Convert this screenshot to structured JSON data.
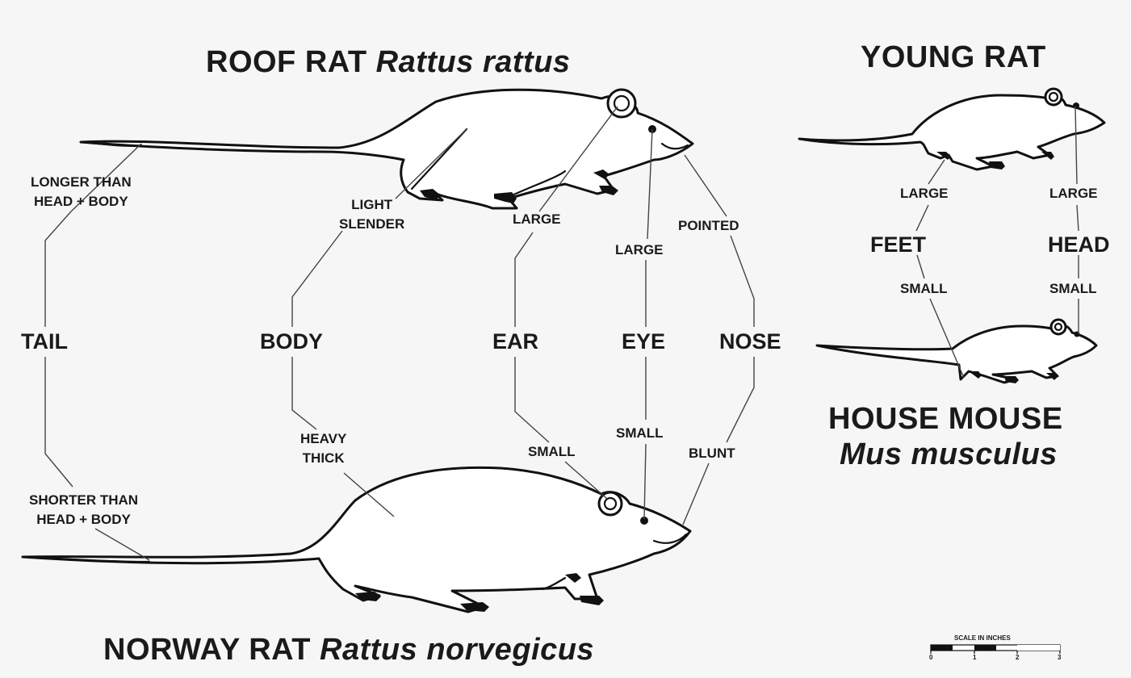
{
  "titles": {
    "roof_common": "ROOF RAT",
    "roof_latin": "Rattus rattus",
    "young": "YOUNG RAT",
    "norway_common": "NORWAY RAT",
    "norway_latin": "Rattus norvegicus",
    "mouse_common": "HOUSE MOUSE",
    "mouse_latin": "Mus musculus"
  },
  "features": {
    "tail": {
      "name": "TAIL",
      "roof_line1": "LONGER THAN",
      "roof_line2": "HEAD + BODY",
      "norway_line1": "SHORTER THAN",
      "norway_line2": "HEAD + BODY"
    },
    "body": {
      "name": "BODY",
      "roof_line1": "LIGHT",
      "roof_line2": "SLENDER",
      "norway_line1": "HEAVY",
      "norway_line2": "THICK"
    },
    "ear": {
      "name": "EAR",
      "roof": "LARGE",
      "norway": "SMALL"
    },
    "eye": {
      "name": "EYE",
      "roof": "LARGE",
      "norway": "SMALL"
    },
    "nose": {
      "name": "NOSE",
      "roof": "POINTED",
      "norway": "BLUNT"
    }
  },
  "young_vs_mouse": {
    "feet": {
      "name": "FEET",
      "young": "LARGE",
      "mouse": "SMALL"
    },
    "head": {
      "name": "HEAD",
      "young": "LARGE",
      "mouse": "SMALL"
    }
  },
  "scale": {
    "label": "SCALE IN INCHES",
    "ticks": [
      "0",
      "1",
      "2",
      "3"
    ]
  }
}
